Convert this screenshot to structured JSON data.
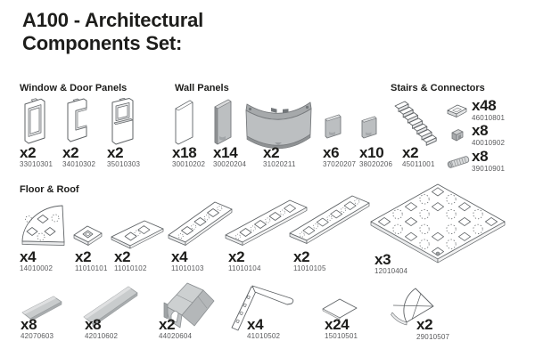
{
  "page": {
    "title_line1": "A100 - Architectural",
    "title_line2": "Components Set:"
  },
  "colors": {
    "text_dark": "#1d1d1b",
    "part_number_gray": "#595a5c",
    "piece_gray": "#bcbfc1",
    "piece_gray_dark": "#8f9294",
    "piece_outline": "#5f6366",
    "background": "#ffffff"
  },
  "sections": [
    {
      "title": "Window & Door Panels",
      "items": [
        {
          "qty": "x2",
          "part": "33010301",
          "icon": "window-panel-icon"
        },
        {
          "qty": "x2",
          "part": "34010302",
          "icon": "door-panel-icon"
        },
        {
          "qty": "x2",
          "part": "35010303",
          "icon": "window-door-panel-icon"
        }
      ]
    },
    {
      "title": "Wall Panels",
      "items": [
        {
          "qty": "x18",
          "part": "30010202",
          "icon": "wall-panel-plain-icon"
        },
        {
          "qty": "x14",
          "part": "30020204",
          "icon": "wall-panel-gray-icon"
        },
        {
          "qty": "x2",
          "part": "31020211",
          "icon": "curved-wall-panel-icon"
        },
        {
          "qty": "x6",
          "part": "37020207",
          "icon": "small-wall-panel-icon"
        },
        {
          "qty": "x10",
          "part": "38020206",
          "icon": "small-wall-panel-icon"
        }
      ]
    },
    {
      "title": "Stairs & Connectors",
      "items": [
        {
          "qty": "x2",
          "part": "45011001",
          "icon": "stairs-icon"
        },
        {
          "qty": "x48",
          "part": "46010801",
          "icon": "clip-connector-icon"
        },
        {
          "qty": "x8",
          "part": "40010902",
          "icon": "corner-connector-icon"
        },
        {
          "qty": "x8",
          "part": "39010901",
          "icon": "rod-connector-icon"
        }
      ]
    },
    {
      "title": "Floor & Roof",
      "items": [
        {
          "qty": "x4",
          "part": "14010002",
          "icon": "quarter-round-plate-icon"
        },
        {
          "qty": "x2",
          "part": "11010101",
          "icon": "plate-1x1-icon"
        },
        {
          "qty": "x2",
          "part": "11010102",
          "icon": "plate-2x1-icon"
        },
        {
          "qty": "x4",
          "part": "11010103",
          "icon": "plate-4x1-icon"
        },
        {
          "qty": "x2",
          "part": "11010104",
          "icon": "plate-5x1-icon"
        },
        {
          "qty": "x2",
          "part": "11010105",
          "icon": "plate-6x1-icon"
        },
        {
          "qty": "x3",
          "part": "12010404",
          "icon": "large-base-plate-icon"
        },
        {
          "qty": "x8",
          "part": "42070603",
          "icon": "slope-beam-icon"
        },
        {
          "qty": "x8",
          "part": "42010602",
          "icon": "long-slope-beam-icon"
        },
        {
          "qty": "x2",
          "part": "44020604",
          "icon": "roof-corner-icon"
        },
        {
          "qty": "x4",
          "part": "41010502",
          "icon": "angle-bracket-icon"
        },
        {
          "qty": "x24",
          "part": "15010501",
          "icon": "tile-icon"
        },
        {
          "qty": "x2",
          "part": "29010507",
          "icon": "curved-roof-panel-icon"
        }
      ]
    }
  ]
}
